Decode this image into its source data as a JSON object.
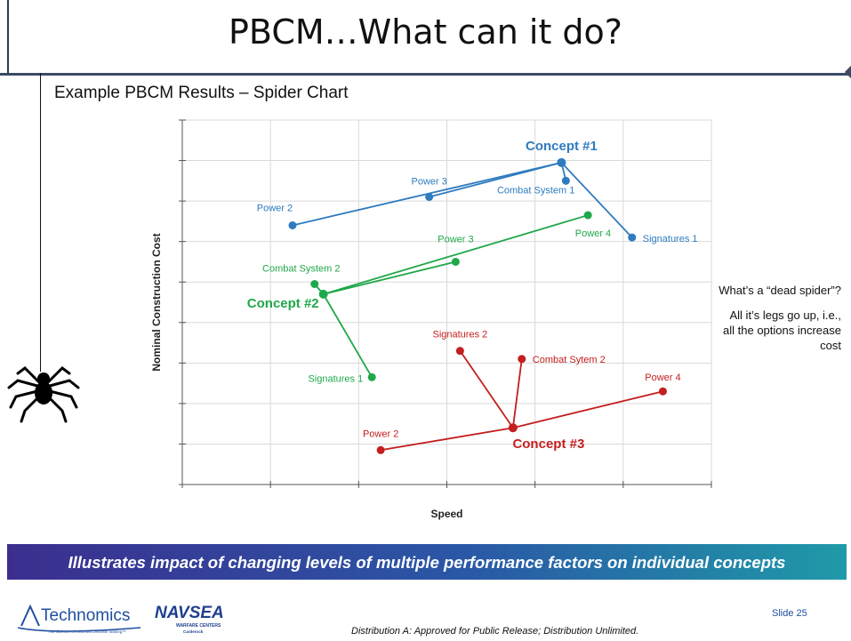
{
  "slide": {
    "title": "PBCM…What can it do?",
    "subtitle": "Example PBCM Results – Spider Chart",
    "side_note": {
      "question": "What’s a “dead spider”?",
      "answer": "All it’s legs go up, i.e., all the options increase cost"
    },
    "banner": "Illustrates impact of changing levels of multiple performance factors on individual concepts",
    "footer": {
      "distribution": "Distribution A: Approved for Public Release; Distribution Unlimited.",
      "slide_number": "Slide 25",
      "logo_technomics": "Technomics",
      "logo_technomics_tagline": "The Science of Informed Decision Making™",
      "logo_navsea": "NAVSEA",
      "logo_navsea_sub1": "WARFARE CENTERS",
      "logo_navsea_sub2": "Carderock"
    }
  },
  "colors": {
    "concept1": "#2f7bbf",
    "concept2": "#1fa84a",
    "concept3": "#c41e1e",
    "banner_start": "#3b2e8f",
    "banner_end": "#1f9aa8"
  },
  "chart_data": {
    "type": "scatter",
    "xlabel": "Speed",
    "ylabel": "Nominal Construction Cost",
    "xlim": [
      0,
      6
    ],
    "ylim": [
      0,
      9
    ],
    "grid": true,
    "concepts": [
      {
        "name": "Concept #1",
        "color_key": "concept1",
        "center": [
          4.3,
          7.95
        ],
        "legs": [
          {
            "label": "Power 2",
            "x": 1.25,
            "y": 6.4
          },
          {
            "label": "Power 3",
            "x": 2.8,
            "y": 7.1
          },
          {
            "label": "Combat System 1",
            "x": 4.35,
            "y": 7.5
          },
          {
            "label": "Signatures 1",
            "x": 5.1,
            "y": 6.1
          }
        ]
      },
      {
        "name": "Concept #2",
        "color_key": "concept2",
        "center": [
          1.6,
          4.7
        ],
        "legs": [
          {
            "label": "Combat System 2",
            "x": 1.5,
            "y": 4.95
          },
          {
            "label": "Power 3",
            "x": 3.1,
            "y": 5.5
          },
          {
            "label": "Power 4",
            "x": 4.6,
            "y": 6.65
          },
          {
            "label": "Signatures 1",
            "x": 2.15,
            "y": 2.65
          }
        ]
      },
      {
        "name": "Concept #3",
        "color_key": "concept3",
        "center": [
          3.75,
          1.4
        ],
        "legs": [
          {
            "label": "Power 2",
            "x": 2.25,
            "y": 0.85
          },
          {
            "label": "Signatures 2",
            "x": 3.15,
            "y": 3.3
          },
          {
            "label": "Combat Sytem 2",
            "x": 3.85,
            "y": 3.1
          },
          {
            "label": "Power 4",
            "x": 5.45,
            "y": 2.3
          }
        ]
      }
    ]
  }
}
